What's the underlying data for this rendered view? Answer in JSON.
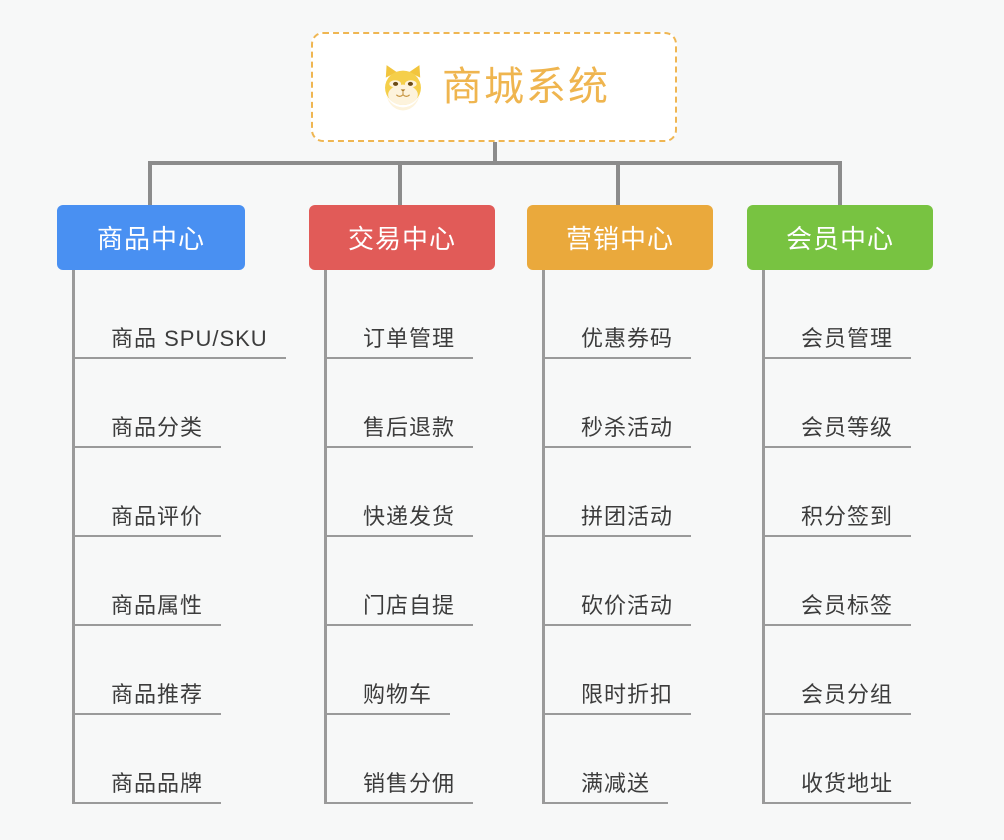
{
  "page": {
    "background_color": "#f7f8f8",
    "root_border_color": "#efb652",
    "connector_color": "#8c8c8c",
    "item_line_color": "#9a9a9a",
    "item_text_color": "#3c3c3c"
  },
  "root": {
    "title": "商城系统",
    "icon": "shiba-dog-icon",
    "title_color": "#efb54f"
  },
  "categories": [
    {
      "label": "商品中心",
      "color": "#4990f2",
      "items": [
        {
          "label": "商品 SPU/SKU"
        },
        {
          "label": "商品分类"
        },
        {
          "label": "商品评价"
        },
        {
          "label": "商品属性"
        },
        {
          "label": "商品推荐"
        },
        {
          "label": "商品品牌"
        }
      ]
    },
    {
      "label": "交易中心",
      "color": "#e15b58",
      "items": [
        {
          "label": "订单管理"
        },
        {
          "label": "售后退款"
        },
        {
          "label": "快递发货"
        },
        {
          "label": "门店自提"
        },
        {
          "label": "购物车"
        },
        {
          "label": "销售分佣"
        }
      ]
    },
    {
      "label": "营销中心",
      "color": "#eaa93c",
      "items": [
        {
          "label": "优惠券码"
        },
        {
          "label": "秒杀活动"
        },
        {
          "label": "拼团活动"
        },
        {
          "label": "砍价活动"
        },
        {
          "label": "限时折扣"
        },
        {
          "label": "满减送"
        }
      ]
    },
    {
      "label": "会员中心",
      "color": "#78c341",
      "items": [
        {
          "label": "会员管理"
        },
        {
          "label": "会员等级"
        },
        {
          "label": "积分签到"
        },
        {
          "label": "会员标签"
        },
        {
          "label": "会员分组"
        },
        {
          "label": "收货地址"
        }
      ]
    }
  ]
}
